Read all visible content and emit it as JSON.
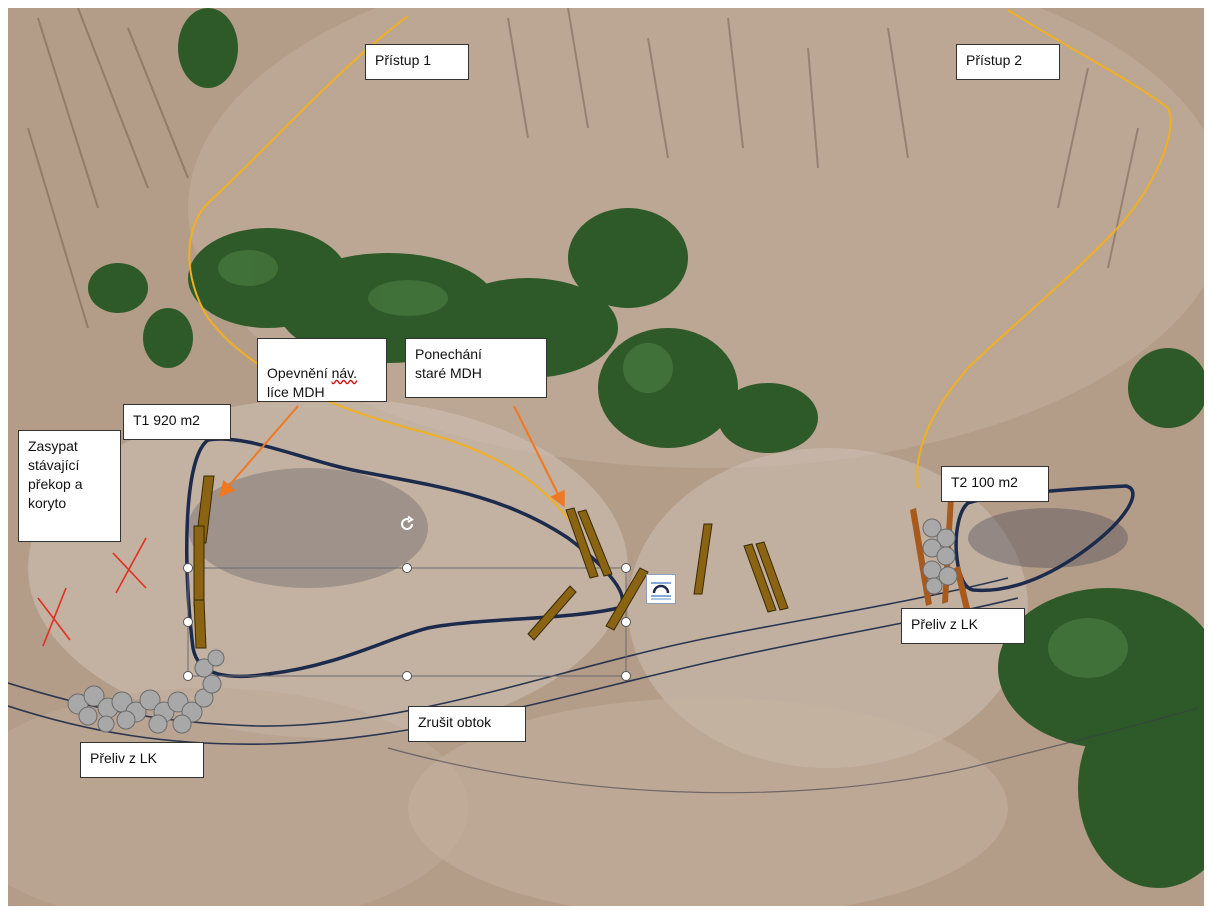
{
  "labels": {
    "pristup1": "Přístup 1",
    "pristup2": "Přístup 2",
    "opevneni_1": "Opevnění ",
    "opevneni_wavy": "náv.",
    "opevneni_2": "líce MDH",
    "ponechani": "Ponechání\nstaré MDH",
    "t1": "T1 920 m2",
    "t2": "T2 100 m2",
    "zasypat": "Zasypat\nstávající\npřekop a\nkoryto",
    "preliv_left": "Přeliv  z LK",
    "preliv_right": "Přeliv  z LK",
    "zrusit": "Zrušit obtok"
  },
  "colors": {
    "access_route": "#f0b020",
    "pond_outline": "#1c2b4c",
    "stream_line": "#2a3650",
    "log_fill": "#8a6412",
    "log_stroke": "#3a2a05",
    "arrow": "#f07820",
    "cross": "#e03020",
    "stone": "#a8a8a8",
    "forest_floor": "#b8a28e",
    "conifer": "#2e5a2a"
  },
  "icons": {
    "rotate": "rotate-icon",
    "layout": "layout-options-icon",
    "stones": "stone-pile-icon",
    "cross": "cross-mark-icon",
    "logs": "log-structure-icon"
  }
}
